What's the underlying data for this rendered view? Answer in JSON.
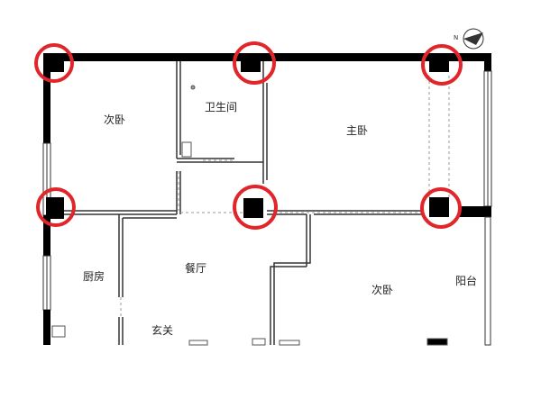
{
  "plan": {
    "north_label": "N",
    "rooms": {
      "secondary_bedroom_1": "次卧",
      "bathroom": "卫生间",
      "master_bedroom": "主卧",
      "kitchen": "厨房",
      "dining_room": "餐厅",
      "entrance": "玄关",
      "secondary_bedroom_2": "次卧",
      "balcony": "阳台"
    },
    "colors": {
      "wall": "#000000",
      "thin_wall": "#333333",
      "marker": "#e0262b",
      "dashed": "#999999"
    },
    "marker_count": 6
  }
}
